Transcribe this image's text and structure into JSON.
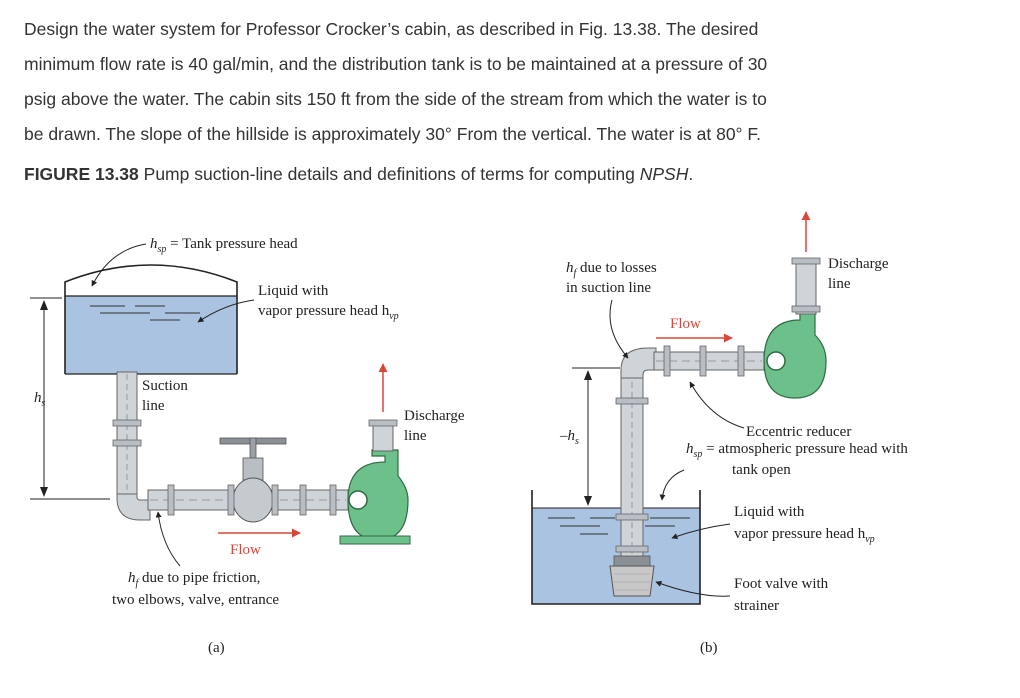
{
  "problem": {
    "lines": [
      "Design the water system for Professor Crocker’s cabin, as described in Fig. 13.38. The desired",
      "minimum flow rate is 40 gal/min, and the distribution tank is to be maintained at a pressure of 30",
      "psig above the water. The cabin sits 150 ft from the side of the stream from which the water is to",
      "be drawn. The slope of the hillside is approximately 30° From the vertical. The water is at 80° F."
    ]
  },
  "caption": {
    "figure_number": "FIGURE 13.38",
    "text": " Pump suction-line details and definitions of terms for computing ",
    "emphasis": "NPSH",
    "end": "."
  },
  "diagram_a": {
    "hsp_symbol": "h",
    "hsp_sub": "sp",
    "hsp_text": " = Tank pressure head",
    "liquid_line1": "Liquid with",
    "liquid_line2": "vapor pressure head h",
    "liquid_sub": "vp",
    "suction_line1": "Suction",
    "suction_line2": "line",
    "hs_symbol": "h",
    "hs_sub": "s",
    "discharge_line1": "Discharge",
    "discharge_line2": "line",
    "flow": "Flow",
    "hf_symbol": "h",
    "hf_sub": "f",
    "hf_text": " due to pipe friction,",
    "hf_line2": "two elbows, valve, entrance",
    "panel": "(a)"
  },
  "diagram_b": {
    "hf_symbol": "h",
    "hf_sub": "f",
    "hf_text": " due to losses",
    "hf_line2": "in suction line",
    "discharge_line1": "Discharge",
    "discharge_line2": "line",
    "flow": "Flow",
    "hs_prefix": "–h",
    "hs_sub": "s",
    "reducer": "Eccentric reducer",
    "hsp_symbol": "h",
    "hsp_sub": "sp",
    "hsp_text": " = atmospheric pressure head with",
    "hsp_line2": "tank open",
    "liquid_line1": "Liquid with",
    "liquid_line2": "vapor pressure head h",
    "liquid_sub": "vp",
    "foot_line1": "Foot valve with",
    "foot_line2": "strainer",
    "panel": "(b)"
  },
  "colors": {
    "water": "#a9c3e0",
    "pipe": "#cfd4d8",
    "pump": "#6cc08a",
    "flow_arrow": "#d9473a"
  }
}
